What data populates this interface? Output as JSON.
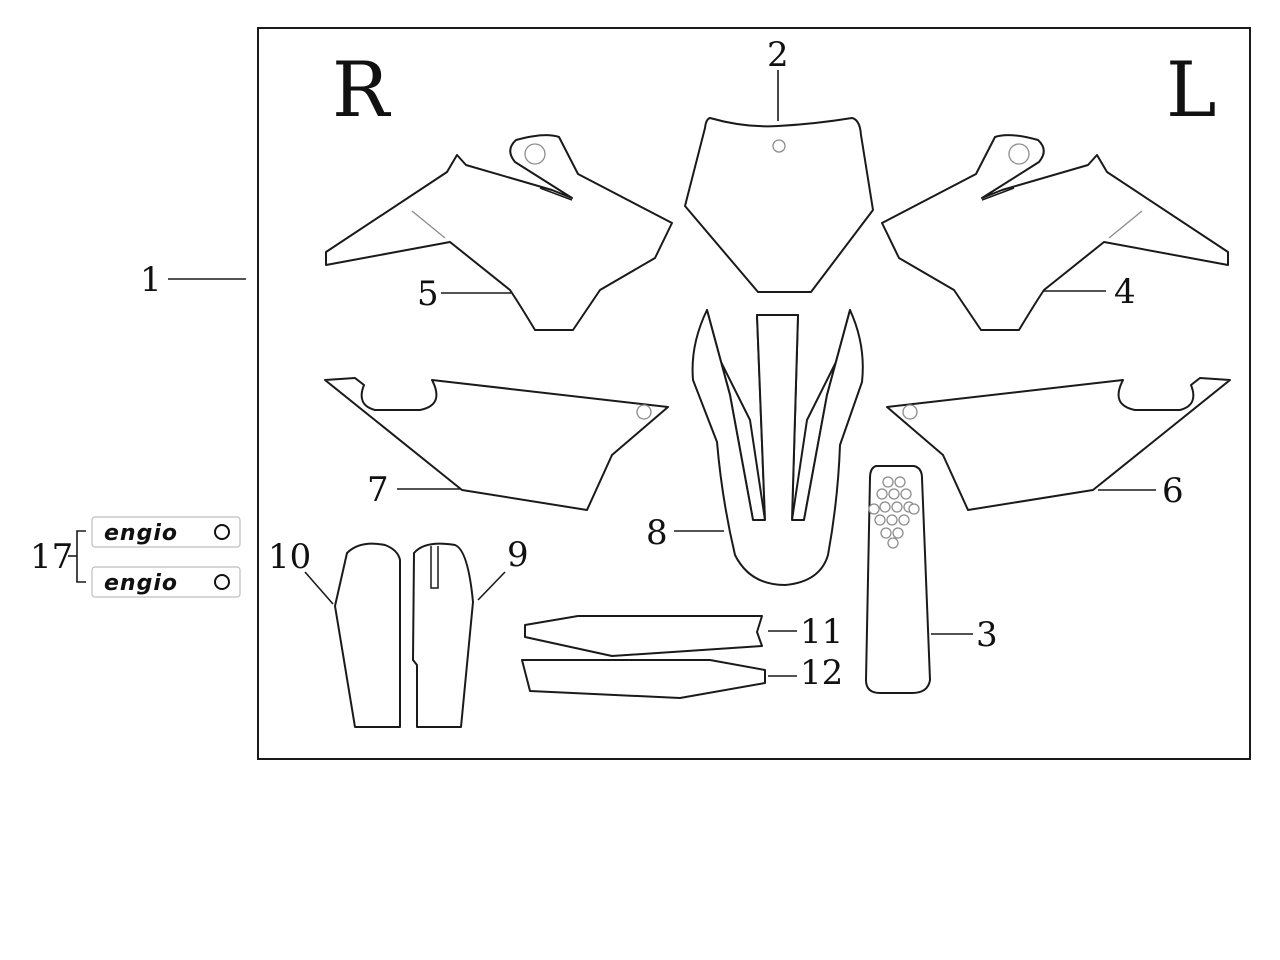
{
  "frame_label": "1",
  "side_labels": {
    "right": "R",
    "left": "L"
  },
  "callouts": {
    "front_plate": "2",
    "seat_cover": "3",
    "left_shroud": "4",
    "right_shroud": "5",
    "left_side_panel": "6",
    "right_side_panel": "7",
    "front_fender": "8",
    "left_fork_guard": "9",
    "right_fork_guard": "10",
    "upper_swingarm_strip": "11",
    "lower_swingarm_strip": "12",
    "logo_decal": "17"
  },
  "logo_decal_text": "engio",
  "colors": {
    "line": "#1a1a1a",
    "background": "#ffffff",
    "faint": "#8c8c8c"
  }
}
